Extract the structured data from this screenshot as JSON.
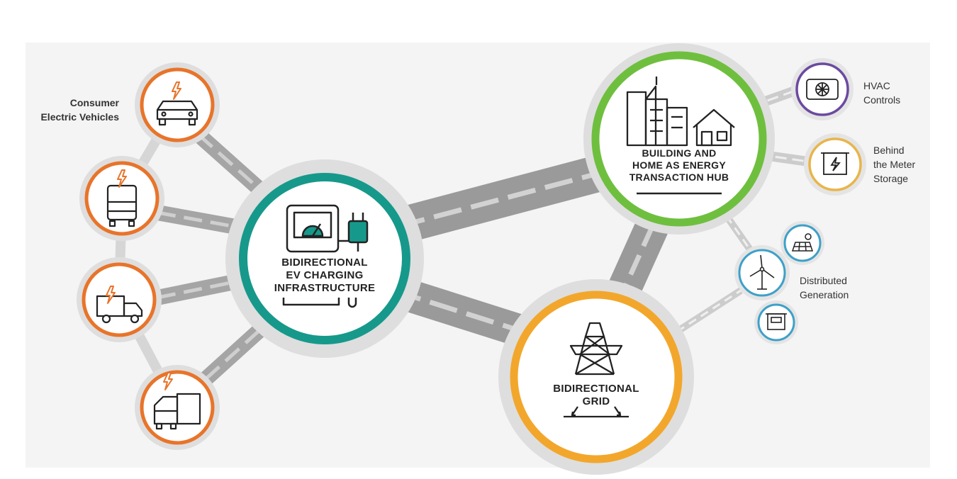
{
  "colors": {
    "background": "#f4f4f4",
    "connector": "#9a9a9a",
    "connector_light": "#c9c9c9",
    "vehicle_ring": "#e8742a",
    "charging_ring": "#16998b",
    "building_ring": "#6fbf3f",
    "grid_ring": "#f2a72c",
    "hvac_ring": "#6b4aa0",
    "storage_ring": "#e8b54a",
    "generation_ring": "#3ea0c8",
    "icon_stroke": "#222222",
    "icon_accent": "#e8742a"
  },
  "hubs": {
    "charging": {
      "title": "BIDIRECTIONAL EV CHARGING INFRASTRUCTURE",
      "lines": [
        "BIDIRECTIONAL",
        "EV CHARGING",
        "INFRASTRUCTURE"
      ],
      "icon": "ev-charger-icon"
    },
    "building": {
      "title": "BUILDING AND HOME AS ENERGY TRANSACTION HUB",
      "lines": [
        "BUILDING AND",
        "HOME AS ENERGY",
        "TRANSACTION HUB"
      ],
      "icon": "buildings-and-house-icon"
    },
    "grid": {
      "title": "BIDIRECTIONAL GRID",
      "lines": [
        "BIDIRECTIONAL",
        "GRID"
      ],
      "icon": "transmission-tower-icon"
    }
  },
  "vehicles": {
    "label_lines": [
      "Consumer",
      "Electric Vehicles"
    ],
    "items": [
      {
        "name": "car",
        "icon": "electric-car-icon"
      },
      {
        "name": "bus",
        "icon": "electric-bus-icon"
      },
      {
        "name": "delivery-truck",
        "icon": "electric-delivery-truck-icon"
      },
      {
        "name": "semi-truck",
        "icon": "electric-semi-truck-icon"
      }
    ]
  },
  "hvac": {
    "label_lines": [
      "HVAC",
      "Controls"
    ],
    "icon": "hvac-fan-icon"
  },
  "storage": {
    "label_lines": [
      "Behind",
      "the Meter",
      "Storage"
    ],
    "icon": "battery-storage-icon"
  },
  "generation": {
    "label_lines": [
      "Distributed",
      "Generation"
    ],
    "items": [
      {
        "name": "solar",
        "icon": "solar-panel-icon"
      },
      {
        "name": "wind",
        "icon": "wind-turbine-icon"
      },
      {
        "name": "generator",
        "icon": "generator-icon"
      }
    ]
  }
}
